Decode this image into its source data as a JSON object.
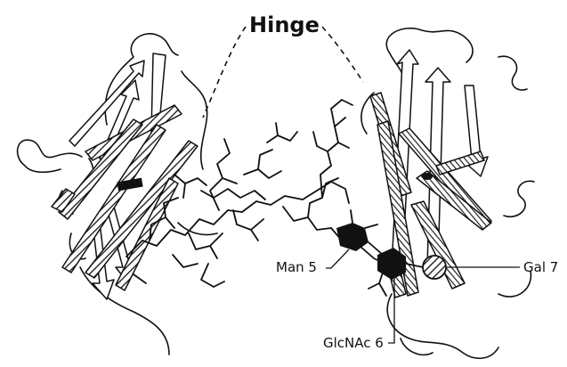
{
  "figure": {
    "labels": {
      "hinge": "Hinge",
      "man5": "Man 5",
      "glcnac6": "GlcNAc 6",
      "gal7": "Gal 7"
    },
    "colors": {
      "ink": "#111111",
      "background": "#ffffff"
    }
  }
}
